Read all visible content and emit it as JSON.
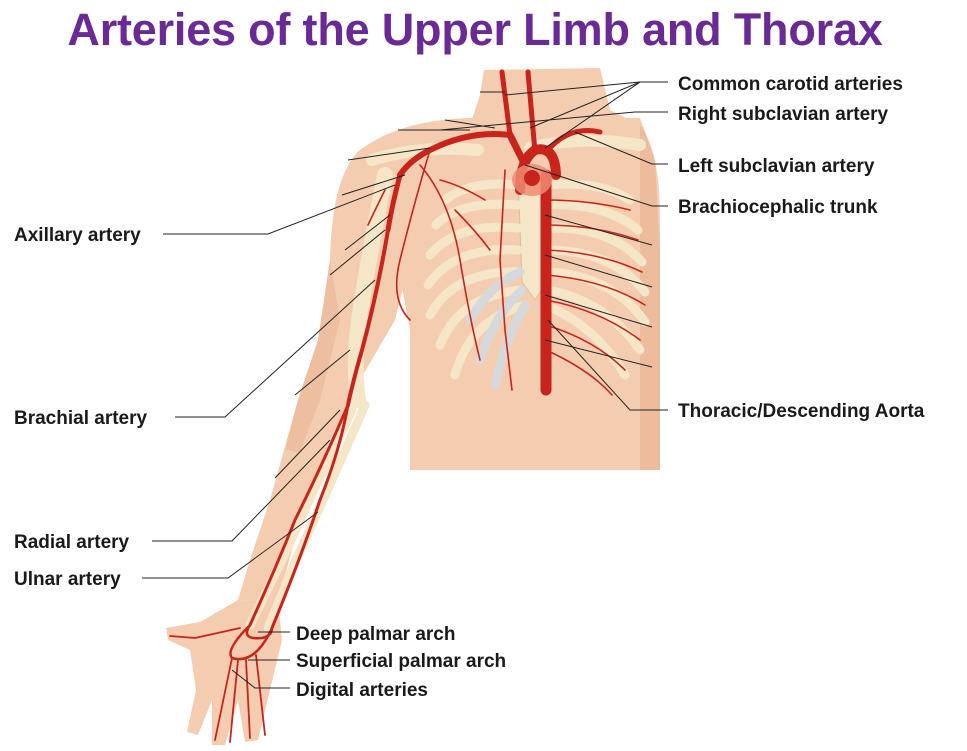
{
  "title": "Arteries of the Upper Limb and Thorax",
  "colors": {
    "title": "#6a2a96",
    "skin": "#f4cdb1",
    "skin_shadow": "#e7b08f",
    "bone": "#f6e6c8",
    "bone_edge": "#d9bf95",
    "cartilage": "#d6d9dc",
    "artery": "#c8241c",
    "artery_dark": "#9a1912",
    "leader": "#222222"
  },
  "labels": {
    "common_carotid": "Common carotid arteries",
    "right_subclavian": "Right subclavian artery",
    "left_subclavian": "Left subclavian artery",
    "brachiocephalic": "Brachiocephalic trunk",
    "axillary": "Axillary artery",
    "brachial": "Brachial artery",
    "thoracic_aorta": "Thoracic/Descending Aorta",
    "radial": "Radial artery",
    "ulnar": "Ulnar artery",
    "deep_palmar": "Deep palmar arch",
    "superficial_palmar": "Superficial palmar arch",
    "digital": "Digital arteries"
  }
}
